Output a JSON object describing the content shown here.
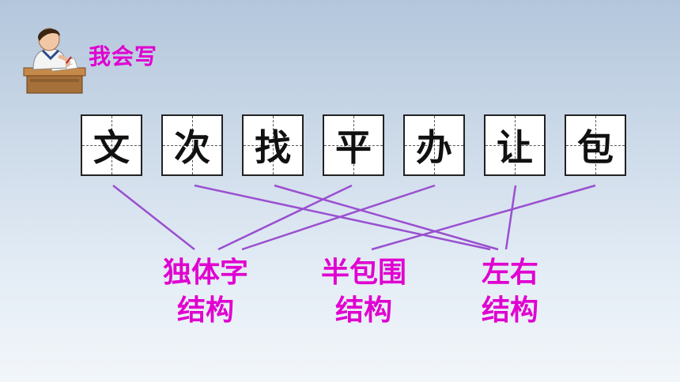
{
  "header": {
    "title": "我会写",
    "icon": "student-writing-icon"
  },
  "characters": [
    {
      "char": "文"
    },
    {
      "char": "次"
    },
    {
      "char": "找"
    },
    {
      "char": "平"
    },
    {
      "char": "办"
    },
    {
      "char": "让"
    },
    {
      "char": "包"
    }
  ],
  "categories": [
    {
      "line1": "独体字",
      "line2": "结构"
    },
    {
      "line1": "半包围",
      "line2": "结构"
    },
    {
      "line1": "左右",
      "line2": "结构"
    }
  ],
  "connections": [
    {
      "char": "文",
      "category": "独体字结构"
    },
    {
      "char": "次",
      "category": "左右结构"
    },
    {
      "char": "找",
      "category": "左右结构"
    },
    {
      "char": "平",
      "category": "独体字结构"
    },
    {
      "char": "办",
      "category": "独体字结构"
    },
    {
      "char": "让",
      "category": "左右结构"
    },
    {
      "char": "包",
      "category": "半包围结构"
    }
  ],
  "colors": {
    "accent": "#e000d0",
    "line": "#9a4fd0"
  }
}
